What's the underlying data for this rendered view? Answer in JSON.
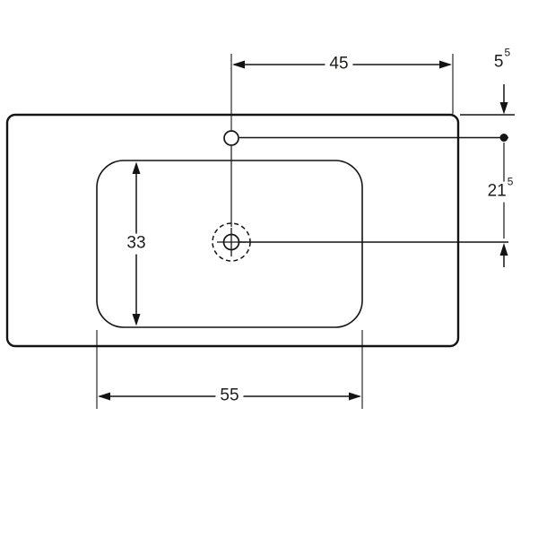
{
  "drawing": {
    "dimensions": {
      "tap_to_right_edge": {
        "value": "45"
      },
      "tap_offset_top": {
        "value": "5",
        "exponent": "5"
      },
      "drain_offset_top": {
        "value": "21",
        "exponent": "5"
      },
      "bowl_depth": {
        "value": "33"
      },
      "bowl_width": {
        "value": "55"
      }
    },
    "colors": {
      "line": "#141414",
      "text": "#1d1d1b",
      "background": "#ffffff"
    }
  }
}
